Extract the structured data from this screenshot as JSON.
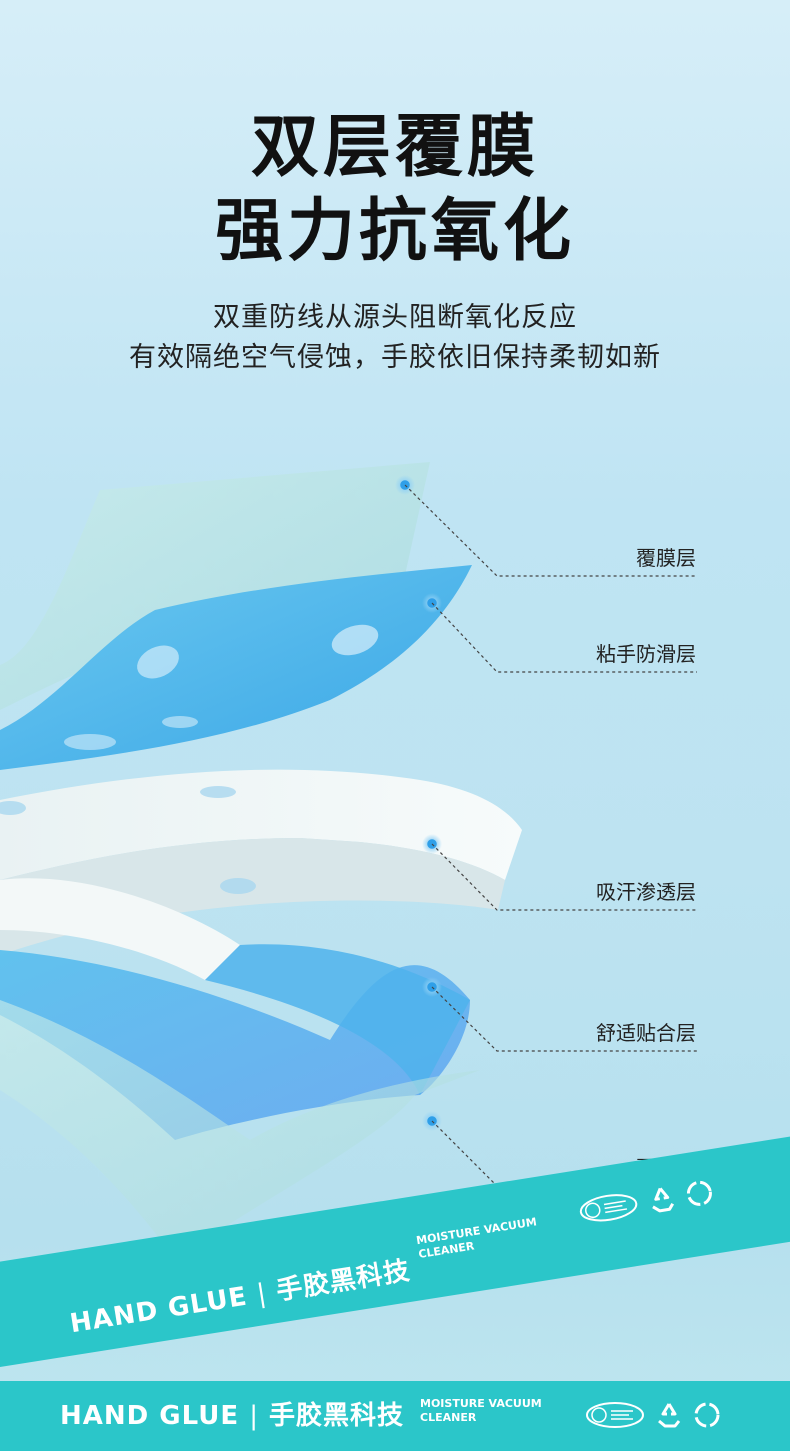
{
  "headline": {
    "line1": "双层覆膜",
    "line2": "强力抗氧化"
  },
  "subtitle": {
    "line1": "双重防线从源头阻断氧化反应",
    "line2": "有效隔绝空气侵蚀，手胶依旧保持柔韧如新"
  },
  "layers": [
    {
      "label": "覆膜层"
    },
    {
      "label": "粘手防滑层"
    },
    {
      "label": "吸汗渗透层"
    },
    {
      "label": "舒适贴合层"
    },
    {
      "label": "覆膜层"
    }
  ],
  "band": {
    "brand_en": "HAND GLUE",
    "divider": "|",
    "brand_cn": "手胶黑科技",
    "tagline_line1": "MOISTURE VACUUM",
    "tagline_line2": "CLEANER"
  },
  "icons": [
    "globe-badge-icon",
    "recycle-icon",
    "swirl-icon"
  ],
  "colors": {
    "accent": "#2bc6c9",
    "grip": "#4fb7ea",
    "dot": "#3fa9e8"
  }
}
